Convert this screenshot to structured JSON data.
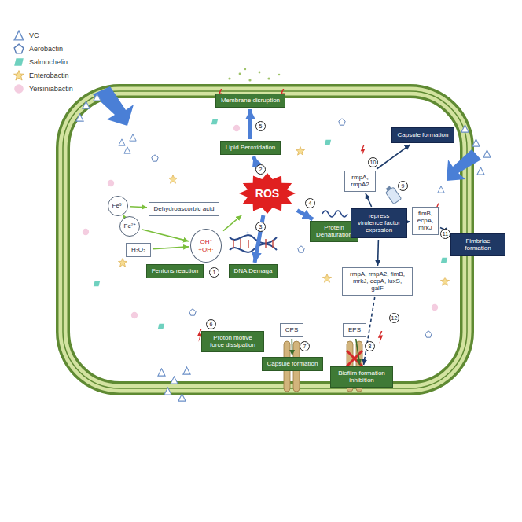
{
  "diagram": {
    "nodes": [
      {
        "text": [
          "Membrane disruption"
        ]
      },
      {
        "text": [
          "Lipid Peroxidation"
        ]
      },
      {
        "text": [
          "Capsule formation"
        ]
      },
      {
        "text": [
          "Fe³⁺"
        ]
      },
      {
        "text": [
          "Dehydroascorbic acid"
        ]
      },
      {
        "text": [
          "Fe²⁺"
        ]
      },
      {
        "text": [
          "ROS"
        ]
      },
      {
        "text": [
          "rmpA, rmpA2"
        ]
      },
      {
        "text": [
          "H₂O₂"
        ]
      },
      {
        "text": [
          "OH⁻ +OH·"
        ]
      },
      {
        "text": [
          "Protein Denaturation"
        ]
      },
      {
        "text": [
          "repress virulence factor exprssion"
        ]
      },
      {
        "text": [
          "fimB, ecpA, mrkJ"
        ]
      },
      {
        "text": [
          "Fimbriae formation"
        ]
      },
      {
        "text": [
          "Fentons reaction"
        ]
      },
      {
        "text": [
          "DNA Demaga"
        ]
      },
      {
        "text": [
          "rmpA, rmpA2, fimB, mrkJ, ecpA, luxS, galF"
        ]
      },
      {
        "text": [
          "CPS"
        ]
      },
      {
        "text": [
          "EPS"
        ]
      },
      {
        "text": [
          "Proton motive force dissipation"
        ]
      },
      {
        "text": [
          "Capsule formation"
        ]
      },
      {
        "text": [
          "Biofilm formation inhibition"
        ]
      }
    ],
    "edges": [
      {
        "from": 3,
        "to": 5,
        "arrow": "to"
      },
      {
        "from": 3,
        "to": 4,
        "arrow": "to"
      },
      {
        "from": 5,
        "to": 9,
        "arrow": "to"
      },
      {
        "from": 8,
        "to": 9,
        "arrow": "to"
      },
      {
        "from": 9,
        "to": 6,
        "arrow": "to"
      },
      {
        "from": 6,
        "to": 1,
        "arrow": "to"
      },
      {
        "from": 1,
        "to": 0,
        "arrow": "to"
      },
      {
        "from": 6,
        "to": 10,
        "arrow": "to"
      },
      {
        "from": 6,
        "to": 15,
        "arrow": "to"
      },
      {
        "from": 17,
        "to": 20,
        "arrow": "to"
      },
      {
        "from": 18,
        "to": 21,
        "arrow": "to"
      },
      {
        "from": 11,
        "to": 7,
        "arrow": "to"
      },
      {
        "from": 7,
        "to": 2,
        "arrow": "to"
      },
      {
        "from": 11,
        "to": 12,
        "arrow": "to"
      },
      {
        "from": 12,
        "to": 13,
        "arrow": "to"
      },
      {
        "from": 11,
        "to": 16,
        "arrow": "to"
      },
      {
        "from": 16,
        "to": 21,
        "arrow": "to"
      }
    ],
    "labels": [
      "1",
      "2",
      "3",
      "4",
      "5",
      "6",
      "7",
      "8",
      "9",
      "10",
      "11",
      "12"
    ],
    "legend": [
      {
        "text": "VC"
      },
      {
        "text": "Aerobactin"
      },
      {
        "text": "Salmochelin"
      },
      {
        "text": "Enterobactin"
      },
      {
        "text": "Yersiniabactin"
      }
    ]
  }
}
